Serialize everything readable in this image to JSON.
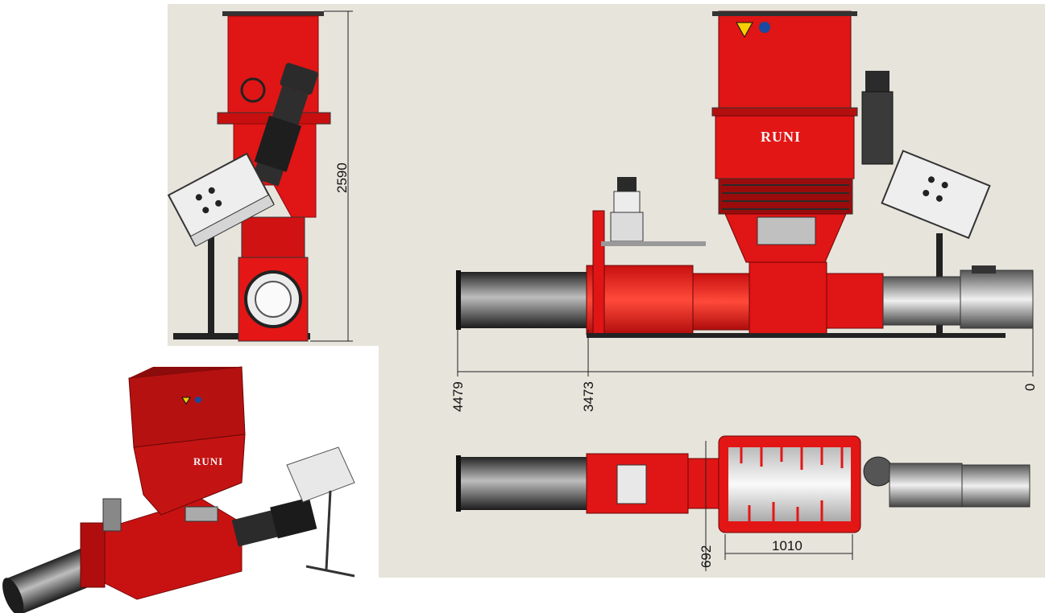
{
  "drawing": {
    "brand_label": "RUNI",
    "dimensions": {
      "side_height": "2590",
      "len_total": "4479",
      "len_feed": "3473",
      "zero": "0",
      "offset": "692",
      "width": "1010"
    }
  },
  "colors": {
    "machine_red": "#e01515",
    "dark_red": "#a80e0e",
    "steel_dark": "#3a3a3a",
    "steel_light": "#d8d8d8",
    "panel_grey": "#e9e9e9",
    "background": "#e7e4dc",
    "warning_yellow": "#f4d000"
  },
  "icons": [
    "warning-sign-icon",
    "info-dot-icon"
  ]
}
